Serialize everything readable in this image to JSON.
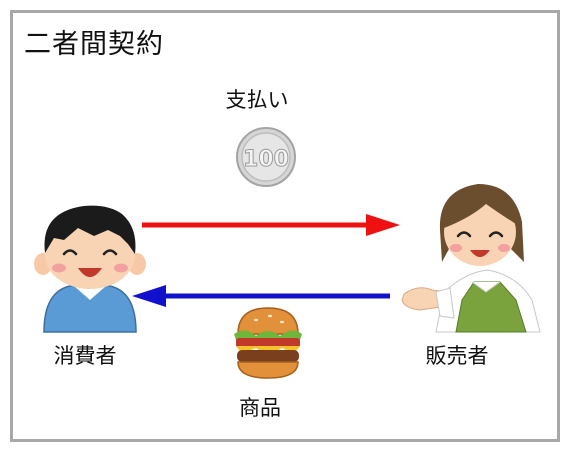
{
  "title": "二者間契約",
  "payment_label": "支払い",
  "consumer_label": "消費者",
  "seller_label": "販売者",
  "goods_label": "商品",
  "coin_text": "100",
  "icons": [
    "coin-100-icon",
    "consumer-person-icon",
    "seller-person-icon",
    "hamburger-icon"
  ],
  "colors": {
    "payment_arrow": "#ee1111",
    "goods_arrow": "#1111cc",
    "frame": "#a8a8a8"
  }
}
